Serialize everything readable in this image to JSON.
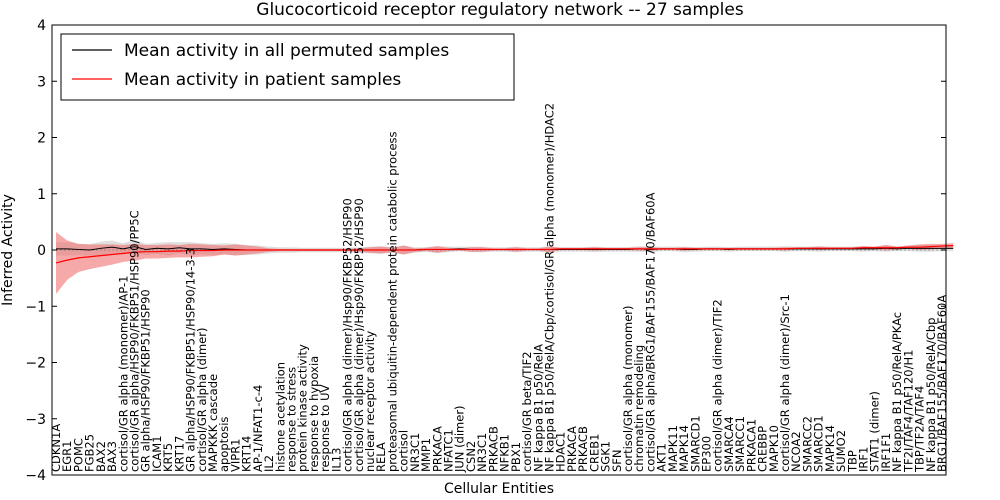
{
  "chart_data": {
    "type": "line",
    "title": "Glucocorticoid receptor regulatory network -- 27 samples",
    "xlabel": "Cellular Entities",
    "ylabel": "Inferred Activity",
    "ylim": [
      -4,
      4
    ],
    "yticks": [
      -4,
      -3,
      -2,
      -1,
      0,
      1,
      2,
      3,
      4
    ],
    "legend_position": "top-left",
    "grid": false,
    "colors": {
      "permuted": "#000000",
      "patient": "#ff0000",
      "patient_band": "#f07070",
      "permuted_band": "#b8b8b8"
    },
    "categories": [
      "CDKN1A",
      "EGR1",
      "POMC",
      "FGB25",
      "BAX2",
      "BAX3",
      "cortisol/GR alpha (monomer)/AP-1",
      "cortisol/GR alpha/HSP90/FKBP51/HSP90/PP5C",
      "GR alpha/HSP90/FKBP51/HSP90",
      "ICAM1",
      "KRT5",
      "KRT17",
      "GR alpha/HSP90/FKBP51/HSP90/14-3-3",
      "cortisol/GR alpha (dimer)",
      "MAPKKK cascade",
      "apoptosis",
      "VIPR1",
      "KRT14",
      "AP-1/NFAT1-c-4",
      "IL2",
      "histone acetylation",
      "response to stress",
      "protein kinase activity",
      "response to hypoxia",
      "response to UV",
      "IL13",
      "cortisol/GR alpha (dimer)/Hsp90/FKBP52/HSP90",
      "cortisol/GR alpha (dimer)/Hsp90/FKBP52/HSP90",
      "nuclear receptor activity",
      "RELA",
      "proteasomal ubiquitin-dependent protein catabolic process",
      "cortisol",
      "NR3C1",
      "MMP1",
      "PRKACA",
      "NFATC1",
      "JUN (dimer)",
      "CSN2",
      "NR3C1",
      "PRKACB",
      "NFKB1",
      "PBX1",
      "cortisol/GR beta/TIF2",
      "NF kappa B1 p50/RelA",
      "NF kappa B1 p50/RelA/Cbp/cortisol/GR alpha (monomer)/HDAC2",
      "HDAC1",
      "PRKACA",
      "PRKACB",
      "CREB1",
      "SGK1",
      "SFN",
      "cortisol/GR alpha (monomer)",
      "chromatin remodeling",
      "cortisol/GR alpha/BRG1/BAF155/BAF170/BAF60A",
      "AKT1",
      "MAPK11",
      "MAPK14",
      "SMARCD1",
      "EP300",
      "cortisol/GR alpha (dimer)/TIF2",
      "SMARCA4",
      "SMARCC1",
      "PRKACA1",
      "CREBBP",
      "MAPK10",
      "cortisol/GR alpha (dimer)/Src-1",
      "NCOA2",
      "SMARCC2",
      "SMARCD1",
      "MAPK14",
      "SUMO2",
      "TBP",
      "IRF1",
      "STAT1 (dimer)",
      "IRF1F1",
      "NF kappa B1 p50/RelA/PKAc",
      "TF2I/TAF4/TAF120/H1",
      "TBP/TF2A/TAF4",
      "NF kappa B1 p50/RelA/Cbp",
      "BRG1/BAF155/BAF170/BAF60A"
    ],
    "series": [
      {
        "name": "Mean activity in all permuted samples",
        "values": [
          0.02,
          0.02,
          0.01,
          0.0,
          0.03,
          0.05,
          0.02,
          0.06,
          0.01,
          0.03,
          0.02,
          0.04,
          0.02,
          0.02,
          0.01,
          0.02,
          0.01,
          0.0,
          0.0,
          0.0,
          0.0,
          0.0,
          0.0,
          0.0,
          0.0,
          0.0,
          0.0,
          0.0,
          0.0,
          0.0,
          0.0,
          0.0,
          0.0,
          0.01,
          0.01,
          0.01,
          0.02,
          0.01,
          0.01,
          0.01,
          0.01,
          0.01,
          0.01,
          0.01,
          0.01,
          0.01,
          0.01,
          0.01,
          0.01,
          0.01,
          0.01,
          0.01,
          0.02,
          0.01,
          0.02,
          0.02,
          0.01,
          0.01,
          0.02,
          0.02,
          0.01,
          0.02,
          0.02,
          0.02,
          0.02,
          0.02,
          0.02,
          0.02,
          0.02,
          0.02,
          0.02,
          0.02,
          0.02,
          0.02,
          0.03,
          0.02,
          0.03,
          0.03,
          0.03,
          0.03,
          0.03
        ],
        "stdev": [
          0.12,
          0.12,
          0.1,
          0.1,
          0.12,
          0.12,
          0.1,
          0.12,
          0.1,
          0.1,
          0.12,
          0.1,
          0.12,
          0.1,
          0.1,
          0.1,
          0.1,
          0.09,
          0.08,
          0.06,
          0.05,
          0.05,
          0.04,
          0.04,
          0.04,
          0.04,
          0.04,
          0.05,
          0.06,
          0.07,
          0.05,
          0.08,
          0.05,
          0.04,
          0.06,
          0.05,
          0.04,
          0.05,
          0.05,
          0.04,
          0.04,
          0.05,
          0.04,
          0.04,
          0.06,
          0.04,
          0.04,
          0.04,
          0.05,
          0.04,
          0.04,
          0.04,
          0.05,
          0.05,
          0.04,
          0.04,
          0.05,
          0.04,
          0.04,
          0.04,
          0.04,
          0.04,
          0.04,
          0.04,
          0.04,
          0.05,
          0.04,
          0.04,
          0.05,
          0.04,
          0.04,
          0.04,
          0.05,
          0.04,
          0.06,
          0.04,
          0.05,
          0.06,
          0.06,
          0.05,
          0.05
        ]
      },
      {
        "name": "Mean activity in patient samples",
        "values": [
          -0.23,
          -0.18,
          -0.14,
          -0.12,
          -0.1,
          -0.08,
          -0.06,
          -0.04,
          -0.03,
          -0.03,
          -0.02,
          -0.02,
          -0.01,
          -0.01,
          -0.01,
          0.0,
          0.0,
          0.0,
          0.0,
          0.0,
          0.0,
          0.0,
          0.0,
          0.0,
          0.0,
          0.0,
          0.0,
          0.0,
          0.0,
          0.0,
          0.0,
          0.0,
          0.0,
          0.01,
          0.01,
          0.01,
          0.01,
          0.01,
          0.01,
          0.01,
          0.01,
          0.01,
          0.01,
          0.01,
          0.01,
          0.02,
          0.02,
          0.02,
          0.02,
          0.02,
          0.02,
          0.02,
          0.02,
          0.02,
          0.02,
          0.02,
          0.02,
          0.02,
          0.02,
          0.02,
          0.02,
          0.02,
          0.02,
          0.02,
          0.02,
          0.02,
          0.03,
          0.03,
          0.03,
          0.03,
          0.03,
          0.03,
          0.04,
          0.04,
          0.04,
          0.04,
          0.05,
          0.05,
          0.06,
          0.07,
          0.08
        ],
        "stdev": [
          0.55,
          0.35,
          0.25,
          0.22,
          0.2,
          0.18,
          0.15,
          0.15,
          0.12,
          0.12,
          0.12,
          0.11,
          0.12,
          0.11,
          0.1,
          0.08,
          0.1,
          0.08,
          0.06,
          0.03,
          0.02,
          0.02,
          0.02,
          0.02,
          0.02,
          0.02,
          0.02,
          0.03,
          0.05,
          0.06,
          0.04,
          0.08,
          0.03,
          0.03,
          0.06,
          0.03,
          0.02,
          0.04,
          0.04,
          0.02,
          0.02,
          0.04,
          0.02,
          0.02,
          0.05,
          0.02,
          0.02,
          0.02,
          0.03,
          0.02,
          0.02,
          0.02,
          0.03,
          0.03,
          0.02,
          0.02,
          0.03,
          0.02,
          0.02,
          0.02,
          0.02,
          0.02,
          0.02,
          0.02,
          0.02,
          0.03,
          0.02,
          0.02,
          0.03,
          0.02,
          0.02,
          0.02,
          0.03,
          0.02,
          0.05,
          0.02,
          0.03,
          0.05,
          0.05,
          0.04,
          0.04
        ]
      }
    ]
  }
}
